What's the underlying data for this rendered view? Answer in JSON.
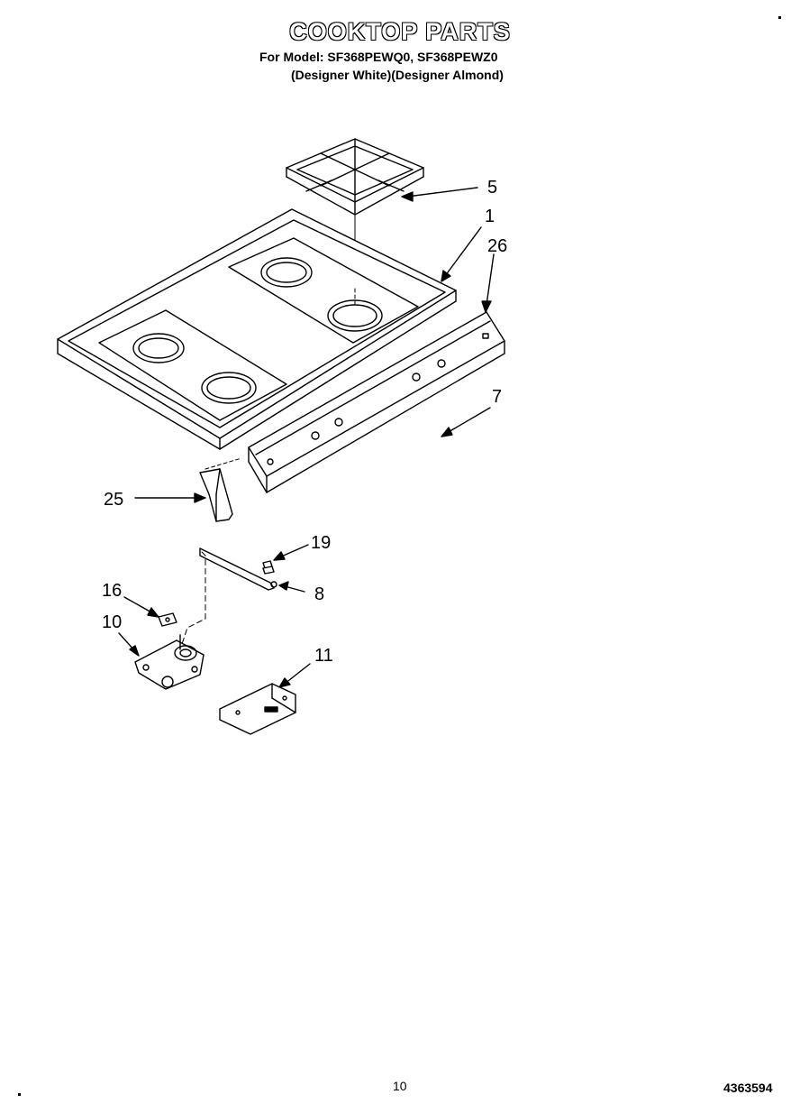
{
  "header": {
    "title": "COOKTOP PARTS",
    "model_line": "For Model: SF368PEWQ0, SF368PEWZ0",
    "variant_line": "(Designer White)(Designer Almond)"
  },
  "callouts": {
    "c5": "5",
    "c1": "1",
    "c26": "26",
    "c7": "7",
    "c25": "25",
    "c19": "19",
    "c8": "8",
    "c16": "16",
    "c10": "10",
    "c11": "11"
  },
  "footer": {
    "page_number": "10",
    "doc_number": "4363594"
  }
}
